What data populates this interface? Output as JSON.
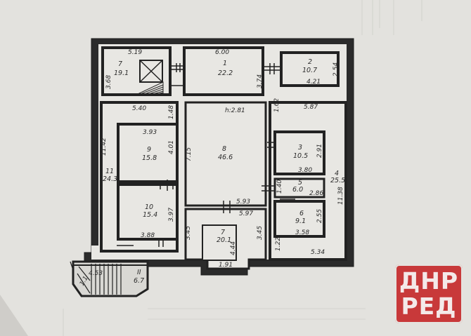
{
  "plan": {
    "ceiling_height": "h:2.81",
    "rooms": {
      "r7": {
        "num": "7",
        "area": "19.1",
        "dim_top": "5.19",
        "dim_left": "3.68"
      },
      "r1": {
        "num": "1",
        "area": "22.2",
        "dim_top": "6.00",
        "dim_right": "3.74"
      },
      "r2": {
        "num": "2",
        "area": "10.7",
        "dim_right": "2.54",
        "dim_bottom": "4.21"
      },
      "r8": {
        "num": "8",
        "area": "46.6",
        "dim_left": "7.15"
      },
      "r9": {
        "num": "9",
        "area": "15.8",
        "dim_top": "3.93",
        "dim_right": "4.01"
      },
      "r10": {
        "num": "10",
        "area": "15.4",
        "dim_right": "3.97",
        "dim_bottom": "3.88"
      },
      "r11": {
        "num": "11",
        "area": "24.3",
        "dim_left": "11.42",
        "dim_top": "5.40",
        "dim_right": "1.48"
      },
      "r3": {
        "num": "3",
        "area": "10.5",
        "dim_right": "2.91",
        "dim_bottom": "3.80"
      },
      "r4": {
        "num": "4",
        "area": "25.5",
        "dim_top": "5.87",
        "dim_left": "1.62",
        "dim_right": "11.38",
        "dim_bottom": "5.34",
        "dim_left_low": "1.22"
      },
      "r5": {
        "num": "5",
        "area": "6.0",
        "dim_left": "1.40",
        "dim_right": "2.86"
      },
      "r6": {
        "num": "6",
        "area": "9.1",
        "dim_right": "2.55",
        "dim_bottom": "3.58"
      },
      "r7b": {
        "num": "7",
        "area": "20.1",
        "dim_left": "3.45",
        "dim_right": "3.45",
        "dim_inner": "4.44",
        "dim_bottom": "1.91"
      },
      "rII": {
        "num": "II",
        "area": "6.7",
        "dim": "4.53",
        "dim_small": "1.1"
      },
      "corridor": {
        "dim_top": "5.93",
        "dim_bottom": "5.97"
      }
    }
  },
  "logo": {
    "line1": "ДНР",
    "line2": "РЕД"
  },
  "colors": {
    "paper": "#e6e5e1",
    "ink": "#2a2a2a",
    "logo_bg": "#c8393a"
  }
}
